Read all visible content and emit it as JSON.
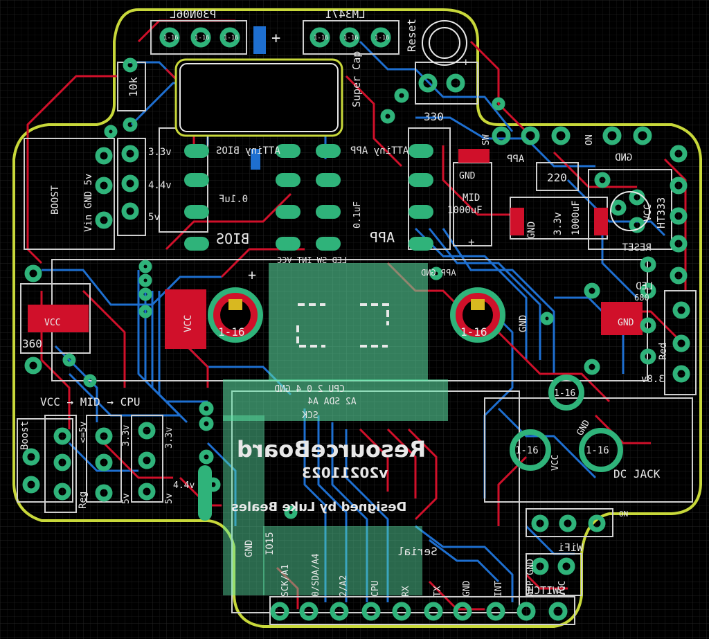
{
  "board": {
    "title": "ResourceBoard",
    "version": "v20211023",
    "designer": "Designed by Luke Beales"
  },
  "colors": {
    "background": "#000000",
    "grid": "#1e1e1e",
    "outline": "#c8d83a",
    "top_copper": "#d0102a",
    "bottom_copper": "#1e6fd0",
    "pad": "#2fb37a",
    "silkscreen": "#e8e8e8",
    "highlight": "#5ee6a8"
  },
  "header_labels": {
    "p30n06l": "P30N06L",
    "lm3471": "LM3471",
    "reset": "Reset",
    "super_cap": "Super Cap",
    "r10k": "10k",
    "r330": "330",
    "r220": "220",
    "r360": "360",
    "r680": "680",
    "sw": "SW",
    "on": "ON",
    "app": "APP",
    "gnd": "GND",
    "mid": "MID",
    "cap_1000uf": "1000uF",
    "cap_3v3": "3.3v",
    "boost": "BOOST",
    "vin_gnd_5v": "Vin GND 5v",
    "v3_3": "3.3v",
    "v4_4": "4.4v",
    "v5": "5v",
    "attiny_bios": "ATTiny BIOS",
    "attiny_app": "ATTiny APP",
    "cap_01uf": "0.1uF",
    "bios": "BIOS",
    "ht333": "HT333",
    "vcc": "VCC",
    "reset_label": "RESET",
    "led": "LED",
    "red": "Red",
    "v3_8": "3.8v",
    "vcc_mid_cpu": "VCC → MID → CPU",
    "boost2": "Boost",
    "reg": "Reg",
    "lt5v": "<=5v",
    "dc_jack": "DC JACK",
    "wifi": "WiFi",
    "switch": "SWITCH",
    "serial": "Serial",
    "screw_size": "1-16",
    "led_sw_int_vcc": "LED SW INT VCC",
    "app_gnd": "APP GND",
    "cpu_row": "CPU 2 0 4 GND",
    "a2_sda_a4": "A2 SDA A4",
    "sck": "SCK",
    "io15": "IO15",
    "pin_labels": [
      "GND",
      "IO15",
      "SCK/A1",
      "0/SDA/A4",
      "2/A2",
      "CPU",
      "RX",
      "TX",
      "GND",
      "INT",
      "APP GND",
      "VCC"
    ]
  }
}
